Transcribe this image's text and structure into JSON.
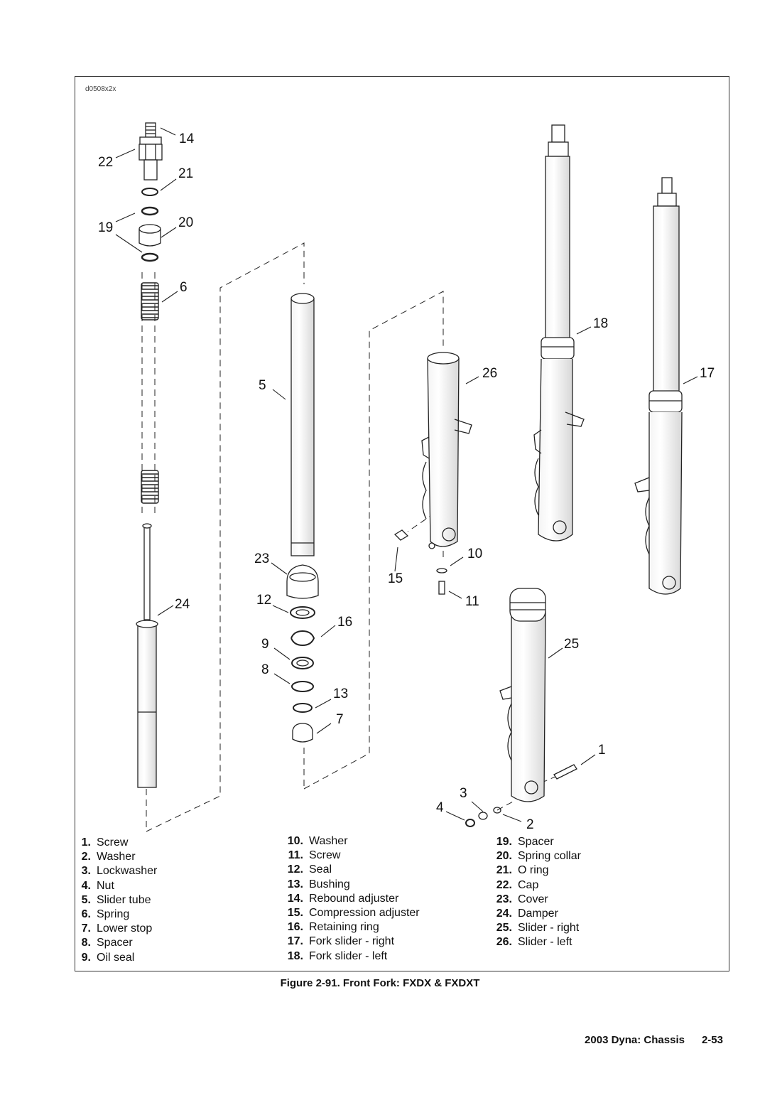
{
  "drawing_id": "d0508x2x",
  "callouts": [
    "14",
    "22",
    "21",
    "19",
    "20",
    "6",
    "5",
    "23",
    "24",
    "12",
    "16",
    "9",
    "8",
    "13",
    "7",
    "15",
    "10",
    "11",
    "26",
    "18",
    "17",
    "25",
    "1",
    "3",
    "4",
    "2"
  ],
  "legend": {
    "col1": [
      {
        "num": "1.",
        "label": "Screw"
      },
      {
        "num": "2.",
        "label": "Washer"
      },
      {
        "num": "3.",
        "label": "Lockwasher"
      },
      {
        "num": "4.",
        "label": "Nut"
      },
      {
        "num": "5.",
        "label": "Slider tube"
      },
      {
        "num": "6.",
        "label": "Spring"
      },
      {
        "num": "7.",
        "label": "Lower stop"
      },
      {
        "num": "8.",
        "label": "Spacer"
      },
      {
        "num": "9.",
        "label": "Oil seal"
      }
    ],
    "col2": [
      {
        "num": "10.",
        "label": "Washer"
      },
      {
        "num": "11.",
        "label": "Screw"
      },
      {
        "num": "12.",
        "label": "Seal"
      },
      {
        "num": "13.",
        "label": "Bushing"
      },
      {
        "num": "14.",
        "label": "Rebound adjuster"
      },
      {
        "num": "15.",
        "label": "Compression adjuster"
      },
      {
        "num": "16.",
        "label": "Retaining ring"
      },
      {
        "num": "17.",
        "label": "Fork slider - right"
      },
      {
        "num": "18.",
        "label": "Fork slider - left"
      }
    ],
    "col3": [
      {
        "num": "19.",
        "label": "Spacer"
      },
      {
        "num": "20.",
        "label": "Spring collar"
      },
      {
        "num": "21.",
        "label": "O ring"
      },
      {
        "num": "22.",
        "label": "Cap"
      },
      {
        "num": "23.",
        "label": "Cover"
      },
      {
        "num": "24.",
        "label": "Damper"
      },
      {
        "num": "25.",
        "label": "Slider - right"
      },
      {
        "num": "26.",
        "label": "Slider - left"
      }
    ]
  },
  "caption": "Figure 2-91. Front Fork: FXDX & FXDXT",
  "footer": {
    "title": "2003 Dyna: Chassis",
    "page": "2-53"
  }
}
